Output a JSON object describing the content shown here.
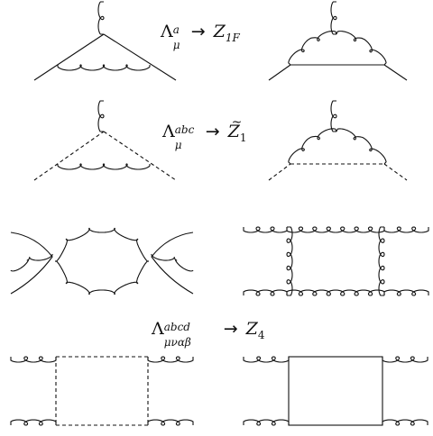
{
  "labels": {
    "l1": {
      "base": "Λ",
      "sup": "a",
      "sub": "μ",
      "arrow": "→",
      "z": "Z",
      "zsub": "1F"
    },
    "l2": {
      "base": "Λ",
      "sup": "abc",
      "sub": "μ",
      "arrow": "→",
      "z": "Z",
      "zsub": "1",
      "tilde": "~"
    },
    "l3": {
      "base": "Λ",
      "sup": "abcd",
      "sub": "μναβ",
      "arrow": "→",
      "z": "Z",
      "zsub": "4"
    }
  }
}
